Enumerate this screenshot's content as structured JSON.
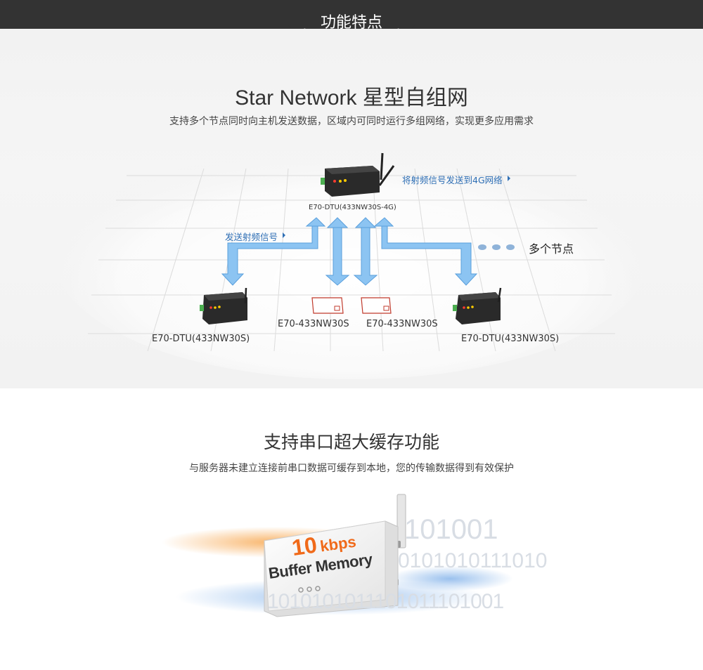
{
  "header": {
    "title": "功能特点"
  },
  "star": {
    "title": "Star Network 星型自组网",
    "subtitle": "支持多个节点同时向主机发送数据，区域内可同时运行多组网络，实现更多应用需求",
    "gateway_label": "E70-DTU(433NW30S-4G)",
    "gateway_arrow_text": "将射频信号发送到4G网络",
    "send_rf_text": "发送射频信号",
    "more_nodes_text": "多个节点",
    "left_dtu_label": "E70-DTU(433NW30S)",
    "right_dtu_label": "E70-DTU(433NW30S)",
    "module1_label": "E70-433NW30S",
    "module2_label": "E70-433NW30S",
    "arrow_color": "#8cc4f2",
    "arrow_edge_color": "#5a9fdc",
    "label_blue": "#2f6fb5"
  },
  "buffer": {
    "title": "支持串口超大缓存功能",
    "subtitle": "与服务器未建立连接前串口数据可缓存到本地，您的传输数据得到有效保护",
    "speed_number": "10",
    "speed_unit": "kbps",
    "memory_text": "Buffer Memory",
    "binary_1": "101001",
    "binary_2": "0101010111010",
    "binary_3": "1010101011101011101001",
    "accent_orange": "#f06a1a"
  }
}
